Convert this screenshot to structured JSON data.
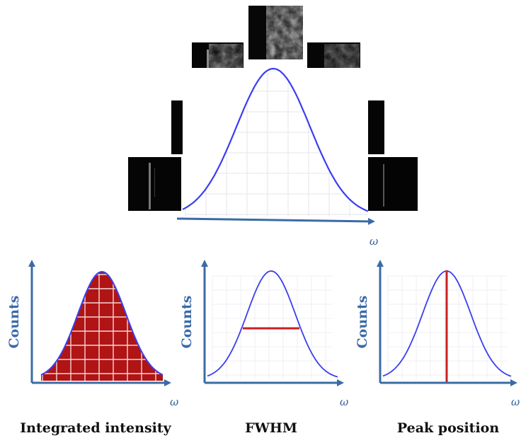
{
  "main_panel": {
    "x_axis_label": "ω",
    "frame_count": 7
  },
  "panels": [
    {
      "id": "integrated-intensity",
      "y_axis_label": "Counts",
      "x_axis_label": "ω",
      "caption": "Integrated intensity"
    },
    {
      "id": "fwhm",
      "y_axis_label": "Counts",
      "x_axis_label": "ω",
      "caption": "FWHM"
    },
    {
      "id": "peak-position",
      "y_axis_label": "Counts",
      "x_axis_label": "ω",
      "caption": "Peak position"
    }
  ],
  "colors": {
    "axis": "#3b6ba5",
    "curve": "#3a3ef0",
    "highlight": "#cc1f1f",
    "fill": "#b01414",
    "grid": "#e4e4ee"
  }
}
